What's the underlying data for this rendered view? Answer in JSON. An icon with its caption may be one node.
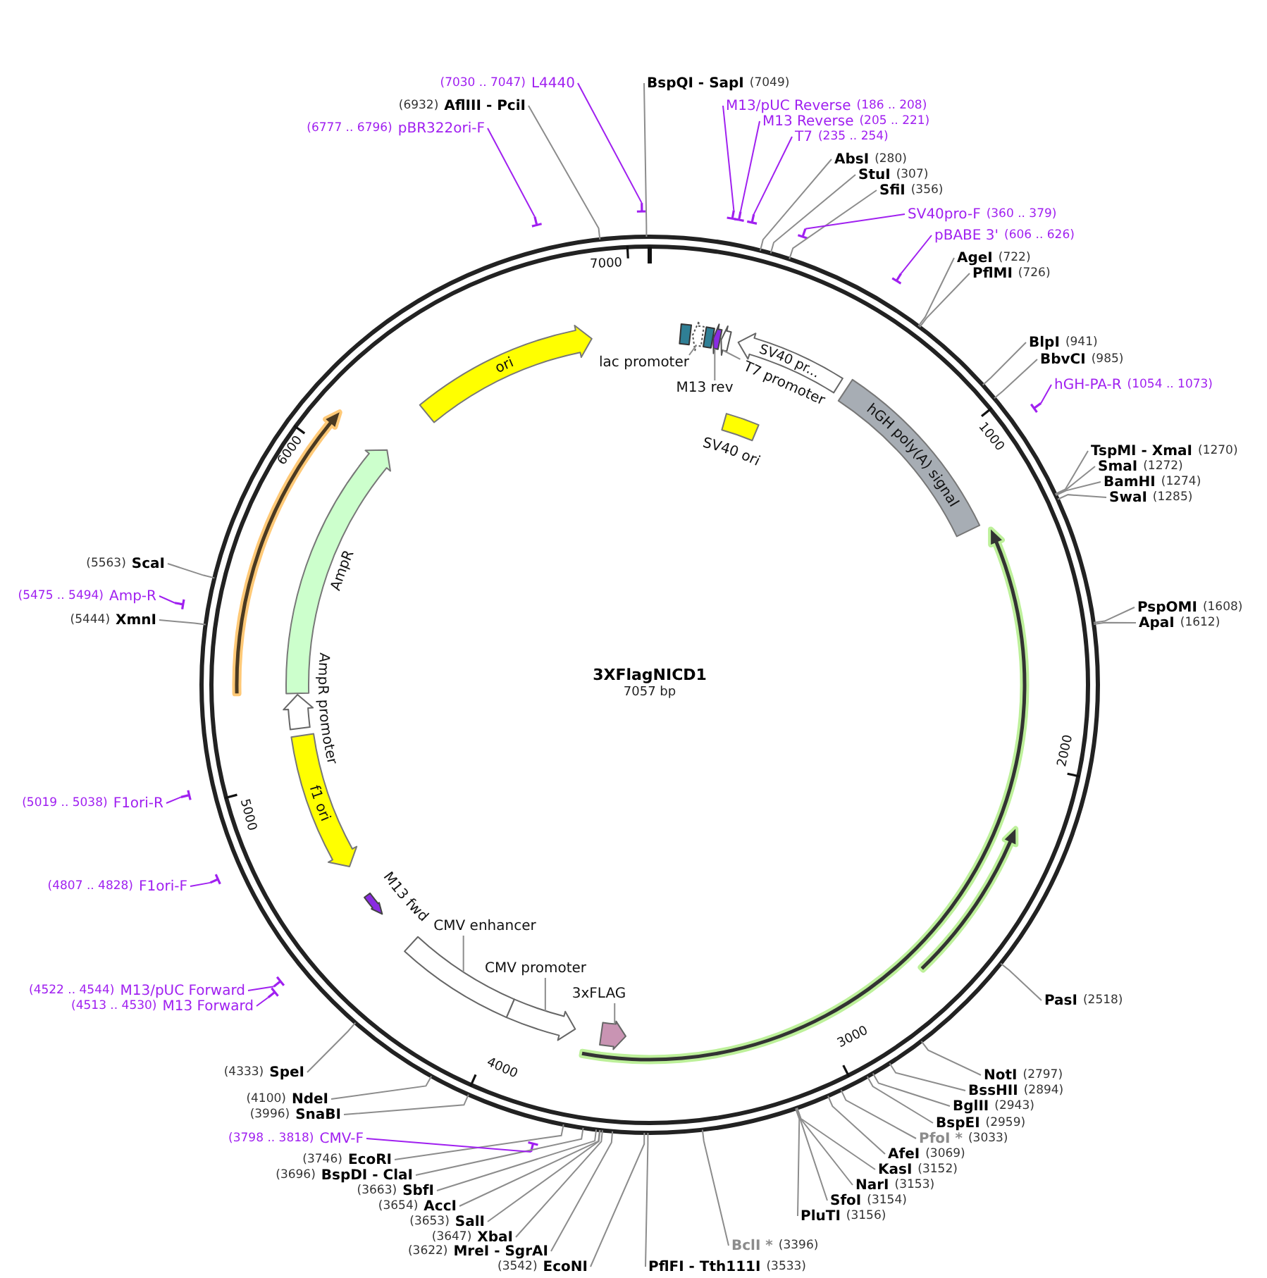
{
  "diagram": {
    "title": "3XFlagNICD1",
    "nodes": [
      {
        "text": [
          "BspQI - SapI",
          "(7049)"
        ]
      },
      {
        "text": [
          "M13/pUC Reverse",
          "(186 .. 208)"
        ]
      },
      {
        "text": [],
        "shape": "bar"
      },
      {
        "text": [
          "M13 Reverse",
          "(205 .. 221)"
        ]
      },
      {
        "text": [],
        "shape": "bar"
      },
      {
        "text": [
          "T7",
          "(235 .. 254)"
        ]
      },
      {
        "text": [],
        "shape": "bar"
      },
      {
        "text": [
          "AbsI",
          "(280)"
        ]
      },
      {
        "text": [
          "StuI",
          "(307)"
        ]
      },
      {
        "text": [
          "SfiI",
          "(356)"
        ]
      },
      {
        "text": [
          "SV40pro-F",
          "(360 .. 379)"
        ]
      },
      {
        "text": [],
        "shape": "bar"
      },
      {
        "text": [
          "pBABE 3'",
          "(606 .. 626)"
        ]
      },
      {
        "text": [],
        "shape": "bar"
      },
      {
        "text": [
          "AgeI",
          "(722)"
        ]
      },
      {
        "text": [
          "PflMI",
          "(726)"
        ]
      },
      {
        "text": [
          "BlpI",
          "(941)"
        ]
      },
      {
        "text": [
          "BbvCI",
          "(985)"
        ]
      },
      {
        "text": [
          "hGH-PA-R",
          "(1054 .. 1073)"
        ]
      },
      {
        "text": [],
        "shape": "bar"
      },
      {
        "text": [
          "TspMI - XmaI",
          "(1270)"
        ]
      },
      {
        "text": [
          "SmaI",
          "(1272)"
        ]
      },
      {
        "text": [
          "BamHI",
          "(1274)"
        ]
      },
      {
        "text": [
          "SwaI",
          "(1285)"
        ]
      },
      {
        "text": [
          "PspOMI",
          "(1608)"
        ]
      },
      {
        "text": [
          "ApaI",
          "(1612)"
        ]
      },
      {
        "text": [
          "PasI",
          "(2518)"
        ]
      },
      {
        "text": [
          "NotI",
          "(2797)"
        ]
      },
      {
        "text": [
          "BssHII",
          "(2894)"
        ]
      },
      {
        "text": [
          "BglII",
          "(2943)"
        ]
      },
      {
        "text": [
          "BspEI",
          "(2959)"
        ]
      },
      {
        "text": [
          "PfoI *",
          "(3033)"
        ]
      },
      {
        "text": [
          "AfeI",
          "(3069)"
        ]
      },
      {
        "text": [
          "KasI",
          "(3152)"
        ]
      },
      {
        "text": [
          "NarI",
          "(3153)"
        ]
      },
      {
        "text": [
          "SfoI",
          "(3154)"
        ]
      },
      {
        "text": [
          "PluTI",
          "(3156)"
        ]
      },
      {
        "text": [
          "BclI *",
          "(3396)"
        ]
      },
      {
        "text": [
          "PflFI - Tth111I",
          "(3533)"
        ]
      },
      {
        "text": [
          "(3542)",
          "EcoNI"
        ]
      },
      {
        "text": [
          "(3622)",
          "MreI - SgrAI"
        ]
      },
      {
        "text": [
          "(3647)",
          "XbaI"
        ]
      },
      {
        "text": [
          "(3653)",
          "SalI"
        ]
      },
      {
        "text": [
          "(3654)",
          "AccI"
        ]
      },
      {
        "text": [
          "(3663)",
          "SbfI"
        ]
      },
      {
        "text": [
          "(3696)",
          "BspDI - ClaI"
        ]
      },
      {
        "text": [
          "(3746)",
          "EcoRI"
        ]
      },
      {
        "text": [
          "(3798 .. 3818)",
          "CMV-F"
        ]
      },
      {
        "text": [],
        "shape": "bar"
      },
      {
        "text": [
          "(3996)",
          "SnaBI"
        ]
      },
      {
        "text": [
          "(4100)",
          "NdeI"
        ]
      },
      {
        "text": [
          "(4333)",
          "SpeI"
        ]
      },
      {
        "text": [
          "(4522 .. 4544)",
          "M13/pUC Forward"
        ]
      },
      {
        "text": [],
        "shape": "bar"
      },
      {
        "text": [
          "(4513 .. 4530)",
          "M13 Forward"
        ]
      },
      {
        "text": [],
        "shape": "bar"
      },
      {
        "text": [
          "(4807 .. 4828)",
          "F1ori-F"
        ]
      },
      {
        "text": [],
        "shape": "bar"
      },
      {
        "text": [
          "(5019 .. 5038)",
          "F1ori-R"
        ]
      },
      {
        "text": [],
        "shape": "bar"
      },
      {
        "text": [
          "(5444)",
          "XmnI"
        ]
      },
      {
        "text": [
          "(5475 .. 5494)",
          "Amp-R"
        ]
      },
      {
        "text": [],
        "shape": "bar"
      },
      {
        "text": [
          "(5563)",
          "ScaI"
        ]
      },
      {
        "text": [
          "(6777 .. 6796)",
          "pBR322ori-F"
        ]
      },
      {
        "text": [],
        "shape": "bar"
      },
      {
        "text": [
          "(6932)",
          "AflIII - PciI"
        ]
      },
      {
        "text": [
          "(7030 .. 7047)",
          "L4440"
        ]
      },
      {
        "text": [],
        "shape": "bar"
      },
      {
        "text": [],
        "shape": "box"
      },
      {
        "text": [],
        "shape": "arrow"
      },
      {
        "text": [],
        "shape": "box"
      },
      {
        "text": [],
        "shape": "arrow"
      },
      {
        "text": [],
        "shape": "arrow"
      },
      {
        "text": [
          "lac promoter"
        ]
      },
      {
        "text": [
          "M13 rev"
        ]
      },
      {
        "text": [
          "T7 promoter"
        ]
      },
      {
        "text": [
          "SV40 pr..."
        ]
      },
      {
        "text": [
          "SV40 ori"
        ]
      },
      {
        "text": [
          "hGH poly(A) signal"
        ]
      },
      {
        "text": [],
        "shape": "arrow"
      },
      {
        "text": [],
        "shape": "arrow"
      },
      {
        "text": [],
        "shape": "arrow"
      },
      {
        "text": [
          "3xFLAG"
        ]
      },
      {
        "text": [],
        "shape": "arrow"
      },
      {
        "text": [],
        "shape": "box"
      },
      {
        "text": [
          "CMV promoter"
        ]
      },
      {
        "text": [
          "CMV enhancer"
        ]
      },
      {
        "text": [
          "M13 fwd"
        ]
      },
      {
        "text": [
          "f1 ori"
        ]
      },
      {
        "text": [
          "AmpR promoter"
        ]
      },
      {
        "text": [
          "AmpR"
        ]
      },
      {
        "text": [],
        "shape": "arrow"
      },
      {
        "text": [
          "ori"
        ]
      }
    ],
    "edges": [
      {
        "from": 0,
        "to": null,
        "arrow": "none"
      },
      {
        "from": 1,
        "to": 2,
        "arrow": "none",
        "color": "#a020f0"
      },
      {
        "from": 3,
        "to": 4,
        "arrow": "none",
        "color": "#a020f0"
      },
      {
        "from": 5,
        "to": 6,
        "arrow": "none",
        "color": "#a020f0"
      },
      {
        "from": 7,
        "to": null,
        "arrow": "none"
      },
      {
        "from": 8,
        "to": null,
        "arrow": "none"
      },
      {
        "from": 9,
        "to": null,
        "arrow": "none"
      },
      {
        "from": 10,
        "to": 11,
        "arrow": "none",
        "color": "#a020f0"
      },
      {
        "from": 12,
        "to": 13,
        "arrow": "none",
        "color": "#a020f0"
      },
      {
        "from": 14,
        "to": null,
        "arrow": "none"
      },
      {
        "from": 15,
        "to": null,
        "arrow": "none"
      },
      {
        "from": 16,
        "to": null,
        "arrow": "none"
      },
      {
        "from": 17,
        "to": null,
        "arrow": "none"
      },
      {
        "from": 18,
        "to": 19,
        "arrow": "none",
        "color": "#a020f0"
      },
      {
        "from": 20,
        "to": null,
        "arrow": "none"
      },
      {
        "from": 21,
        "to": null,
        "arrow": "none"
      },
      {
        "from": 22,
        "to": null,
        "arrow": "none"
      },
      {
        "from": 23,
        "to": null,
        "arrow": "none"
      },
      {
        "from": 24,
        "to": null,
        "arrow": "none"
      },
      {
        "from": 25,
        "to": null,
        "arrow": "none"
      },
      {
        "from": 26,
        "to": null,
        "arrow": "none"
      },
      {
        "from": 27,
        "to": null,
        "arrow": "none"
      },
      {
        "from": 28,
        "to": null,
        "arrow": "none"
      },
      {
        "from": 29,
        "to": null,
        "arrow": "none"
      },
      {
        "from": 30,
        "to": null,
        "arrow": "none"
      },
      {
        "from": 31,
        "to": null,
        "arrow": "none"
      },
      {
        "from": 32,
        "to": null,
        "arrow": "none"
      },
      {
        "from": 33,
        "to": null,
        "arrow": "none"
      },
      {
        "from": 34,
        "to": null,
        "arrow": "none"
      },
      {
        "from": 35,
        "to": null,
        "arrow": "none"
      },
      {
        "from": 36,
        "to": null,
        "arrow": "none"
      },
      {
        "from": 37,
        "to": null,
        "arrow": "none"
      },
      {
        "from": 38,
        "to": null,
        "arrow": "none"
      },
      {
        "from": 39,
        "to": null,
        "arrow": "none"
      },
      {
        "from": 40,
        "to": null,
        "arrow": "none"
      },
      {
        "from": 41,
        "to": null,
        "arrow": "none"
      },
      {
        "from": 42,
        "to": null,
        "arrow": "none"
      },
      {
        "from": 43,
        "to": null,
        "arrow": "none"
      },
      {
        "from": 44,
        "to": null,
        "arrow": "none"
      },
      {
        "from": 45,
        "to": null,
        "arrow": "none"
      },
      {
        "from": 46,
        "to": null,
        "arrow": "none"
      },
      {
        "from": 47,
        "to": 48,
        "arrow": "none",
        "color": "#a020f0"
      },
      {
        "from": 49,
        "to": null,
        "arrow": "none"
      },
      {
        "from": 50,
        "to": null,
        "arrow": "none"
      },
      {
        "from": 51,
        "to": null,
        "arrow": "none"
      },
      {
        "from": 52,
        "to": 53,
        "arrow": "none",
        "color": "#a020f0"
      },
      {
        "from": 54,
        "to": 55,
        "arrow": "none",
        "color": "#a020f0"
      },
      {
        "from": 56,
        "to": 57,
        "arrow": "none",
        "color": "#a020f0"
      },
      {
        "from": 58,
        "to": 59,
        "arrow": "none",
        "color": "#a020f0"
      },
      {
        "from": 60,
        "to": null,
        "arrow": "none"
      },
      {
        "from": 61,
        "to": 62,
        "arrow": "none",
        "color": "#a020f0"
      },
      {
        "from": 63,
        "to": null,
        "arrow": "none"
      },
      {
        "from": 64,
        "to": 65,
        "arrow": "none",
        "color": "#a020f0"
      },
      {
        "from": 66,
        "to": null,
        "arrow": "none"
      },
      {
        "from": 67,
        "to": 68,
        "arrow": "none",
        "color": "#a020f0"
      },
      {
        "from": 74,
        "to": 70,
        "arrow": "none"
      },
      {
        "from": 75,
        "to": 72,
        "arrow": "none"
      },
      {
        "from": 76,
        "to": 73,
        "arrow": "none"
      },
      {
        "from": 83,
        "to": 82,
        "arrow": "none"
      },
      {
        "from": 86,
        "to": 84,
        "arrow": "none"
      },
      {
        "from": 87,
        "to": 85,
        "arrow": "none"
      }
    ],
    "labels": [
      "7057 bp",
      "1000",
      "2000",
      "3000",
      "4000",
      "5000",
      "6000",
      "7000"
    ]
  }
}
